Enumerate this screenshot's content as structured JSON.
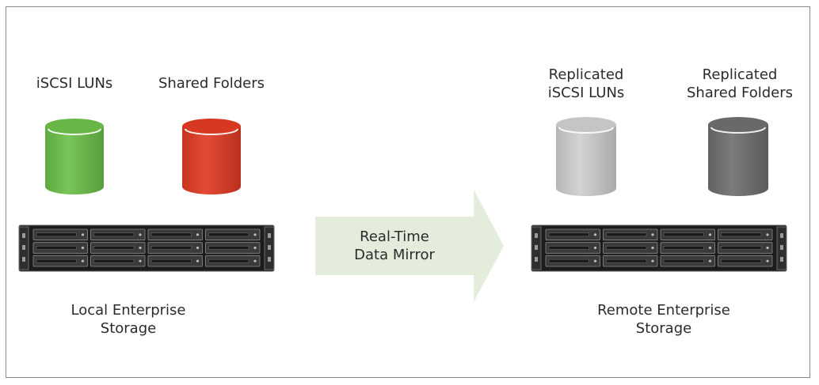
{
  "diagram": {
    "local": {
      "cylinders": [
        {
          "label": "iSCSI LUNs",
          "color": "#6cc04a"
        },
        {
          "label": "Shared Folders",
          "color": "#e23b24"
        }
      ],
      "storage_label": "Local Enterprise\nStorage"
    },
    "remote": {
      "cylinders": [
        {
          "label": "Replicated\niSCSI LUNs",
          "color": "#cfcfcf"
        },
        {
          "label": "Replicated\nShared Folders",
          "color": "#6f6f6f"
        }
      ],
      "storage_label": "Remote Enterprise\nStorage"
    },
    "arrow": {
      "label": "Real-Time\nData Mirror",
      "color": "#e4ecdb"
    },
    "server_color": "#1c1c1c"
  }
}
